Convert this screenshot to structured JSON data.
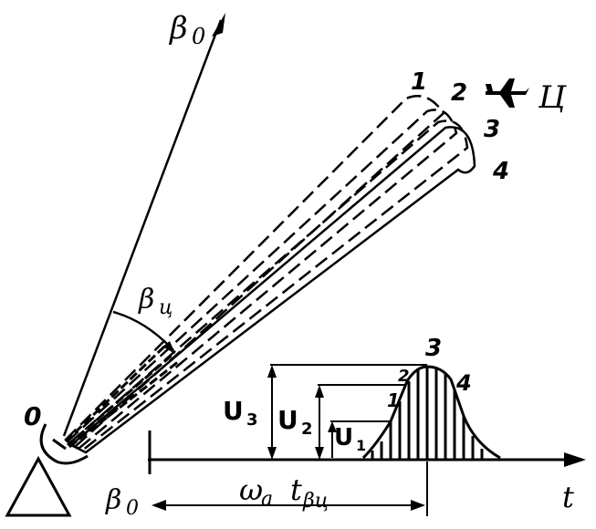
{
  "labels": {
    "beta0_top": "β",
    "beta0_top_sub": "0",
    "beta_c": "β",
    "beta_c_sub": "ц",
    "origin": "0",
    "target": "Ц",
    "beam1": "1",
    "beam2": "2",
    "beam3": "3",
    "beam4": "4",
    "u3": "U",
    "u3_sub": "3",
    "u2": "U",
    "u2_sub": "2",
    "u1": "U",
    "u1_sub": "1",
    "pulse1": "1",
    "pulse2": "2",
    "pulse3": "3",
    "pulse4": "4",
    "t_axis": "t",
    "beta0_bottom": "β",
    "beta0_bottom_sub": "0",
    "omega": "ω",
    "omega_sub": "a",
    "t_beta": "t",
    "t_beta_sub": "βц"
  }
}
